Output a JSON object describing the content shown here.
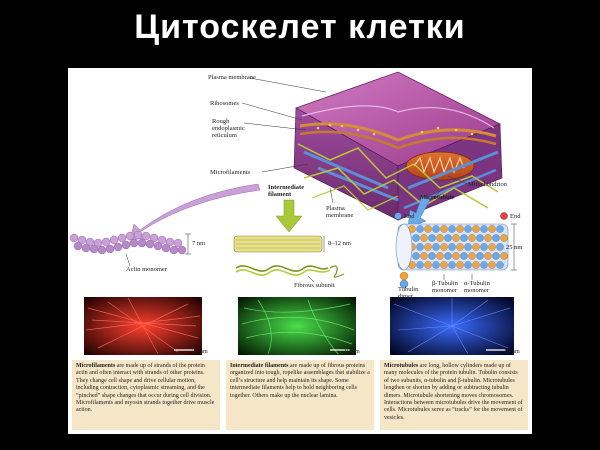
{
  "slide_title": "Цитоскелет   клетки",
  "labels": {
    "plasma_membrane": "Plasma membrane",
    "ribosomes": "Ribosomes",
    "rough_er_1": "Rough",
    "rough_er_2": "endoplasmic",
    "rough_er_3": "reticulum",
    "microfilaments": "Microfilaments",
    "intermediate_1": "Intermediate",
    "intermediate_2": "filament",
    "plasma_membrane_2_1": "Plasma",
    "plasma_membrane_2_2": "membrane",
    "microtubule": "Microtubule",
    "mitochondrion": "Mitochondrion",
    "end_minus": "End",
    "end_plus": "End",
    "dim_7nm": "7 nm",
    "dim_8_12nm": "8–12 nm",
    "dim_25nm": "25 nm",
    "actin_monomer": "Actin monomer",
    "fibrous_subunit": "Fibrous subunit",
    "tubulin_dimer_1": "Tubulin",
    "tubulin_dimer_2": "dimer",
    "beta_tubulin_1": "β-Tubulin",
    "beta_tubulin_2": "monomer",
    "alpha_tubulin_1": "α-Tubulin",
    "alpha_tubulin_2": "monomer"
  },
  "scale_bars": {
    "left": "20 µm",
    "middle": "10 µm",
    "right": "10 µm"
  },
  "captions": {
    "microfilaments_term": "Microfilaments",
    "microfilaments_text": " are made up of strands of the protein actin and often interact with strands of other proteins. They change cell shape and drive cellular motion, including contraction, cytoplasmic streaming, and the “pinched” shape changes that occur during cell division. Microfilaments and myosin strands together drive muscle action.",
    "intermediate_term": "Intermediate filaments",
    "intermediate_text": " are made up of fibrous proteins organized into tough, ropelike assemblages that stabilize a cell’s structure and help maintain its shape. Some intermediate filaments help to hold neighboring cells together. Others make up the nuclear lamina.",
    "microtubules_term": "Microtubules",
    "microtubules_text": " are long, hollow cylinders made up of many molecules of the protein tubulin. Tubulin consists of two subunits, α-tubulin and β-tubulin. Microtubules lengthen or shorten by adding or subtracting tubulin dimers. Microtubule shortening moves chromosomes. Interactions between microtubules drive the movement of cells. Microtubules serve as “tracks” for the movement of vesicles."
  },
  "colors": {
    "membrane": "#b04a9a",
    "cytoplasm": "#8a3f8c",
    "microfilament_fluor": "#ff2a1a",
    "intermediate_fluor": "#3ad43a",
    "microtubule_fluor": "#2a5cff",
    "caption_bg": "#f6e6c8",
    "actin_bead": "#c9a0d8",
    "alpha_tubulin": "#f2a33a",
    "beta_tubulin": "#6aa8e8"
  }
}
